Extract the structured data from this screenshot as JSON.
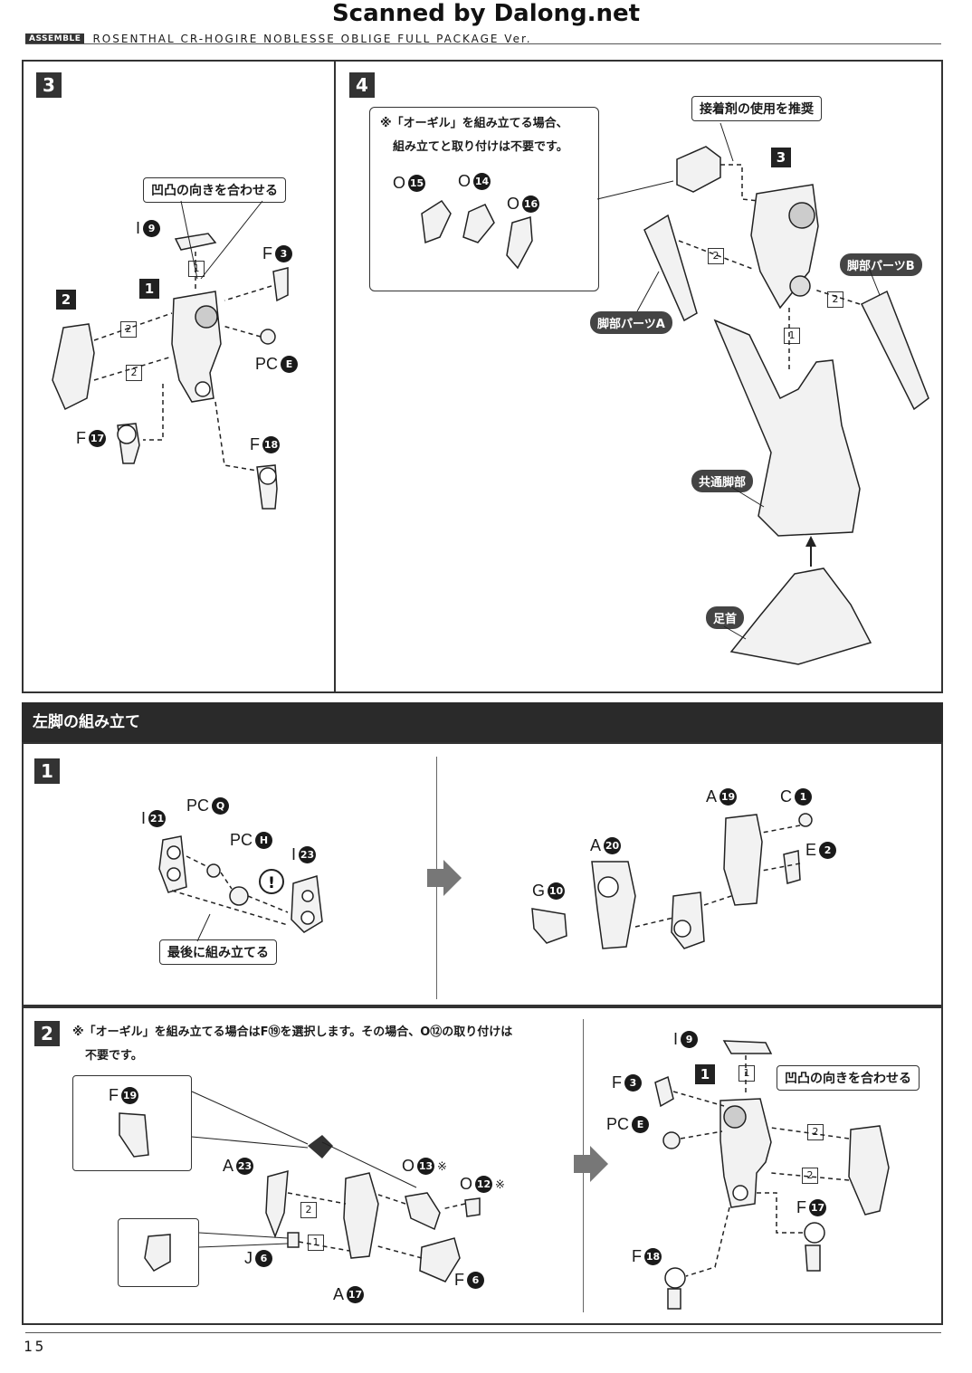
{
  "watermark": "Scanned by Dalong.net",
  "header": {
    "tag": "ASSEMBLE",
    "title": "ROSENTHAL CR-HOGIRE NOBLESSE OBLIGE FULL PACKAGE Ver."
  },
  "step3": {
    "number": "3",
    "callout": "凹凸の向きを合わせる",
    "sub_steps": [
      "1",
      "2"
    ],
    "parts": [
      {
        "letter": "I",
        "num": "9"
      },
      {
        "letter": "F",
        "num": "3"
      },
      {
        "letter": "PC",
        "num": "E"
      },
      {
        "letter": "F",
        "num": "17"
      },
      {
        "letter": "F",
        "num": "18"
      }
    ],
    "order_tags": [
      "1",
      "2",
      "2"
    ]
  },
  "step4": {
    "number": "4",
    "note_line1": "※「オーギル」を組み立てる場合、",
    "note_line2": "組み立てと取り付けは不要です。",
    "note_parts": [
      {
        "letter": "O",
        "num": "15"
      },
      {
        "letter": "O",
        "num": "14"
      },
      {
        "letter": "O",
        "num": "16"
      }
    ],
    "callout": "接着剤の使用を推奨",
    "ref_step": "3",
    "labels": {
      "leg_a": "脚部パーツA",
      "leg_b": "脚部パーツB",
      "common_leg": "共通脚部",
      "ankle": "足首"
    },
    "order_tags": [
      "2",
      "2",
      "1"
    ]
  },
  "left_leg": {
    "title": "左脚の組み立て",
    "step1": {
      "number": "1",
      "callout": "最後に組み立てる",
      "warning": "!",
      "parts_left": [
        {
          "letter": "I",
          "num": "21"
        },
        {
          "letter": "PC",
          "num": "Q"
        },
        {
          "letter": "PC",
          "num": "H"
        },
        {
          "letter": "I",
          "num": "23"
        }
      ],
      "parts_right": [
        {
          "letter": "A",
          "num": "19"
        },
        {
          "letter": "C",
          "num": "1"
        },
        {
          "letter": "A",
          "num": "20"
        },
        {
          "letter": "E",
          "num": "2"
        },
        {
          "letter": "G",
          "num": "10"
        }
      ]
    },
    "step2": {
      "number": "2",
      "note_line1": "※「オーギル」を組み立てる場合はF⑲を選択します。その場合、O⑫の取り付けは",
      "note_line2": "不要です。",
      "inset_part": {
        "letter": "F",
        "num": "19"
      },
      "parts_left": [
        {
          "letter": "A",
          "num": "23"
        },
        {
          "letter": "O",
          "num": "13",
          "mark": "※"
        },
        {
          "letter": "O",
          "num": "12",
          "mark": "※"
        },
        {
          "letter": "J",
          "num": "6"
        },
        {
          "letter": "F",
          "num": "6"
        },
        {
          "letter": "A",
          "num": "17"
        }
      ],
      "parts_right": [
        {
          "letter": "I",
          "num": "9"
        },
        {
          "letter": "F",
          "num": "3"
        },
        {
          "letter": "PC",
          "num": "E"
        },
        {
          "letter": "F",
          "num": "17"
        },
        {
          "letter": "F",
          "num": "18"
        }
      ],
      "callout": "凹凸の向きを合わせる",
      "sub_step": "1",
      "order_tags_left": [
        "2",
        "1"
      ],
      "order_tags_right": [
        "1",
        "2",
        "2"
      ]
    }
  },
  "page_number": "15",
  "colors": {
    "ink": "#1a1a1a",
    "panel_border": "#333333",
    "section_bar": "#2a2a2a",
    "arrow": "#777777"
  }
}
